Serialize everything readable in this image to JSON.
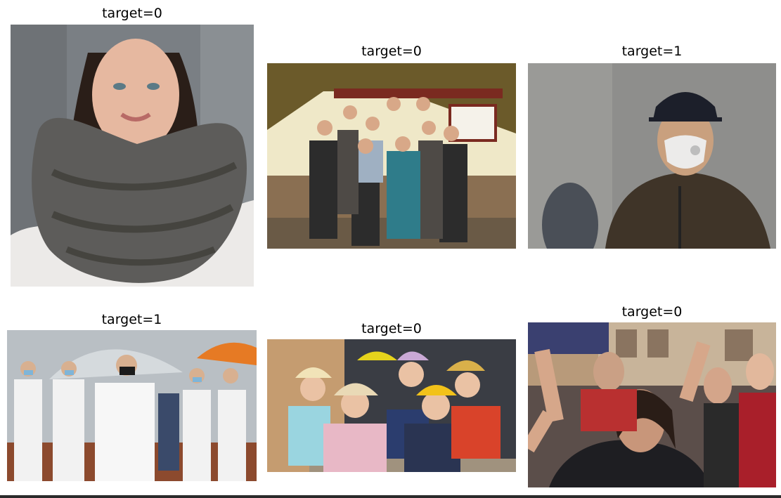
{
  "panels": [
    {
      "label": "target=0",
      "content": "woman wearing knit scarf"
    },
    {
      "label": "target=0",
      "content": "group photo in front of a house"
    },
    {
      "label": "target=1",
      "content": "man wearing a face mask and cap"
    },
    {
      "label": "target=1",
      "content": "students with masks and umbrellas"
    },
    {
      "label": "target=0",
      "content": "children wearing decorated hats"
    },
    {
      "label": "target=0",
      "content": "crowd with raised arms"
    }
  ]
}
